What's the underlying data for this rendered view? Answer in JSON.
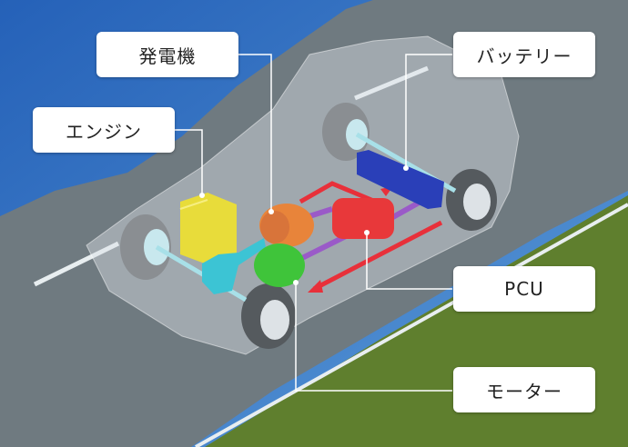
{
  "labels": {
    "generator": "発電機",
    "battery": "バッテリー",
    "engine": "エンジン",
    "pcu": "PCU",
    "motor": "モーター"
  },
  "colors": {
    "engine": "#e8dc3a",
    "generator": "#e8843a",
    "motor": "#3fc43a",
    "pcu": "#e8383a",
    "battery": "#2a3fb8",
    "transmission": "#3cc4d4",
    "power_flow": "#e8303a",
    "signal_flow": "#9a5ac8"
  }
}
